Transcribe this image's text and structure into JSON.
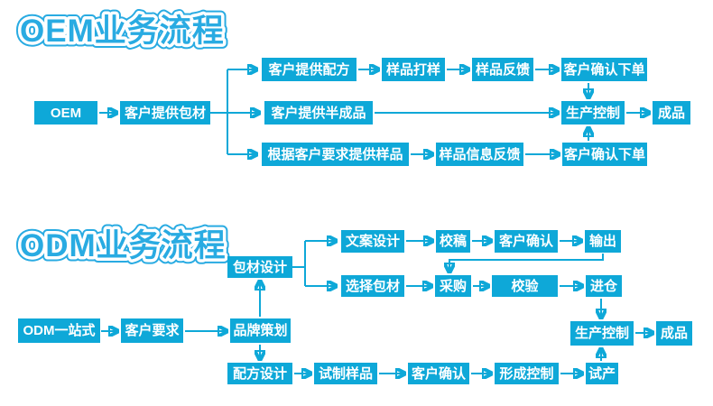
{
  "colors": {
    "accent": "#0ea8d8",
    "title_blue": "#29abe2",
    "node_text": "#ffffff",
    "background": "#ffffff"
  },
  "oem": {
    "title": "OEM业务流程",
    "nodes": {
      "start": "OEM",
      "package": "客户提供包材",
      "formula": "客户提供配方",
      "sample_making": "样品打样",
      "sample_feedback": "样品反馈",
      "confirm_order_top": "客户确认下单",
      "semi_finished": "客户提供半成品",
      "production_control": "生产控制",
      "finished": "成品",
      "sample_by_request": "根据客户要求提供样品",
      "sample_info_feedback": "样品信息反馈",
      "confirm_order_bottom": "客户确认下单"
    },
    "edges": [
      [
        "start",
        "package"
      ],
      [
        "package",
        "formula"
      ],
      [
        "package",
        "semi_finished"
      ],
      [
        "package",
        "sample_by_request"
      ],
      [
        "formula",
        "sample_making"
      ],
      [
        "sample_making",
        "sample_feedback"
      ],
      [
        "sample_feedback",
        "confirm_order_top"
      ],
      [
        "confirm_order_top",
        "production_control"
      ],
      [
        "semi_finished",
        "production_control"
      ],
      [
        "sample_by_request",
        "sample_info_feedback"
      ],
      [
        "sample_info_feedback",
        "confirm_order_bottom"
      ],
      [
        "confirm_order_bottom",
        "production_control"
      ],
      [
        "production_control",
        "finished"
      ]
    ]
  },
  "odm": {
    "title": "ODM业务流程",
    "nodes": {
      "start": "ODM一站式",
      "requirement": "客户要求",
      "branding": "品牌策划",
      "package_design": "包材设计",
      "copy_design": "文案设计",
      "proofread": "校稿",
      "client_confirm_a": "客户确认",
      "output": "输出",
      "select_package": "选择包材",
      "purchase": "采购",
      "verify": "校验",
      "warehouse": "进仓",
      "formula_design": "配方设计",
      "trial_sample": "试制样品",
      "client_confirm_b": "客户确认",
      "form_control": "形成控制",
      "trial_production": "试产",
      "production_control": "生产控制",
      "finished": "成品"
    },
    "edges": [
      [
        "start",
        "requirement"
      ],
      [
        "requirement",
        "branding"
      ],
      [
        "branding",
        "package_design"
      ],
      [
        "branding",
        "formula_design"
      ],
      [
        "package_design",
        "copy_design"
      ],
      [
        "package_design",
        "select_package"
      ],
      [
        "copy_design",
        "proofread"
      ],
      [
        "proofread",
        "client_confirm_a"
      ],
      [
        "client_confirm_a",
        "output"
      ],
      [
        "output",
        "purchase"
      ],
      [
        "select_package",
        "purchase"
      ],
      [
        "purchase",
        "verify"
      ],
      [
        "verify",
        "warehouse"
      ],
      [
        "warehouse",
        "production_control"
      ],
      [
        "formula_design",
        "trial_sample"
      ],
      [
        "trial_sample",
        "client_confirm_b"
      ],
      [
        "client_confirm_b",
        "form_control"
      ],
      [
        "form_control",
        "trial_production"
      ],
      [
        "trial_production",
        "production_control"
      ],
      [
        "production_control",
        "finished"
      ]
    ]
  }
}
